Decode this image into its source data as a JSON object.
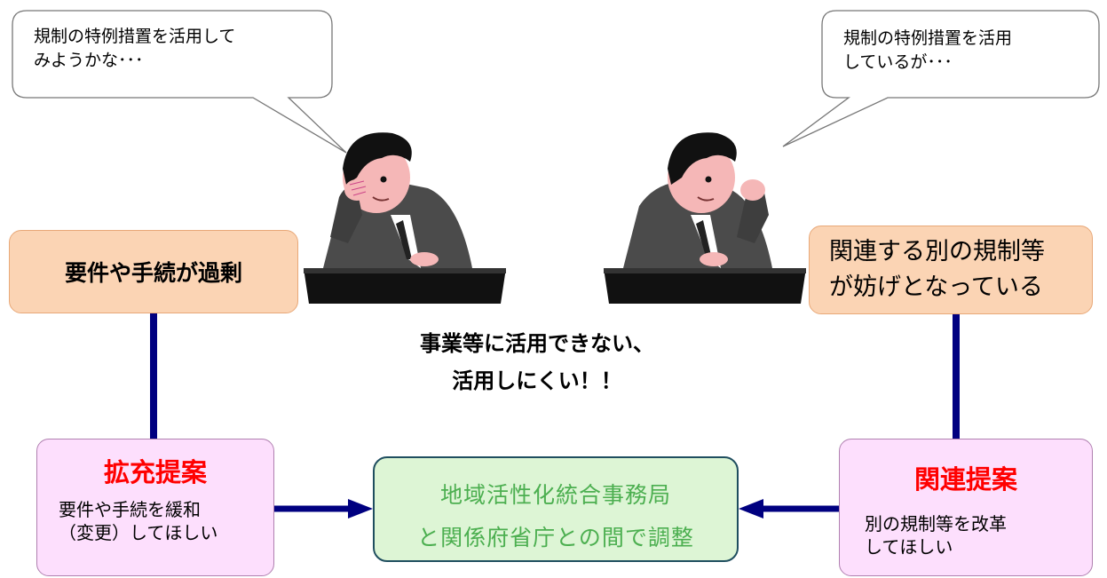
{
  "bubbles": {
    "left": "規制の特例措置を活用して\nみようかな･･･",
    "right": "規制の特例措置を活用\nしているが･･･"
  },
  "problems": {
    "left": "要件や手続が過剰",
    "right_line1": "関連する別の規制等",
    "right_line2": "が妨げとなっている"
  },
  "message": "事業等に活用できない、\n活用しにくい！！",
  "proposals": {
    "left_title": "拡充提案",
    "left_desc": "要件や手続を緩和\n（変更）してほしい",
    "right_title": "関連提案",
    "right_desc": "別の規制等を改革\nしてほしい"
  },
  "center": {
    "line1": "地域活性化統合事務局",
    "line2": "と関係府省庁との間で調整"
  },
  "colors": {
    "connector": "#000080",
    "title_red": "#FF0000",
    "center_text": "#4CAF50"
  }
}
